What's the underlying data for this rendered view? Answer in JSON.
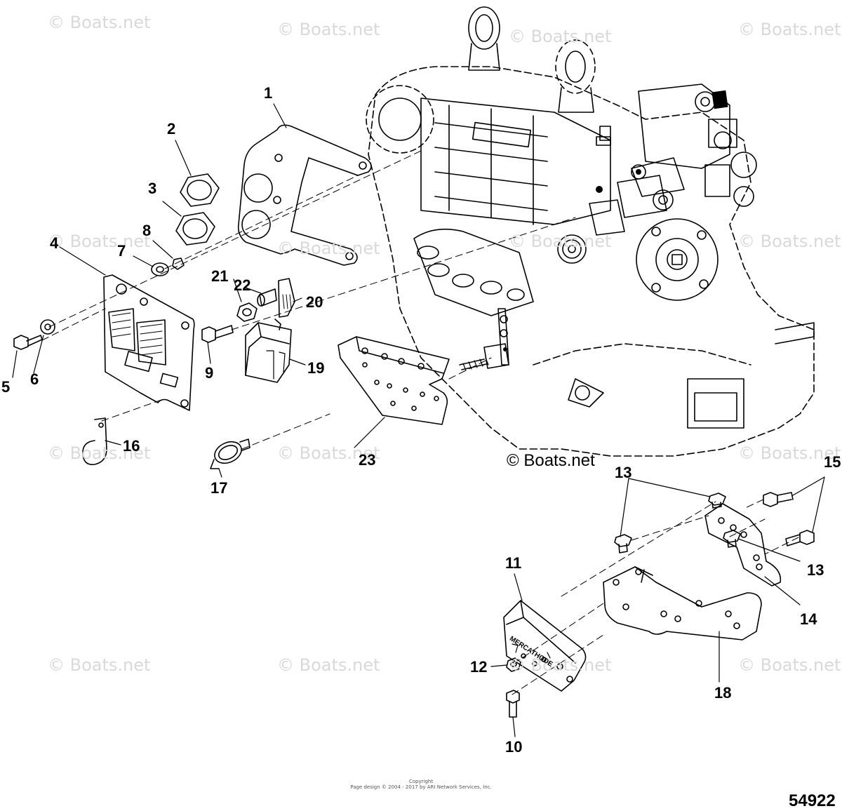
{
  "watermark_text": "© Boats.net",
  "main_watermark": "© Boats.net",
  "diagram_id": "54922",
  "copyright_line1": "Copyright",
  "copyright_line2": "Page design © 2004 - 2017 by ARI Network Services, Inc.",
  "callouts": [
    "1",
    "2",
    "3",
    "4",
    "5",
    "6",
    "7",
    "8",
    "9",
    "10",
    "11",
    "12",
    "13",
    "13",
    "14",
    "15",
    "16",
    "17",
    "18",
    "19",
    "20",
    "21",
    "22",
    "23"
  ],
  "labels": {
    "mercathode": "MERCATHODE"
  }
}
